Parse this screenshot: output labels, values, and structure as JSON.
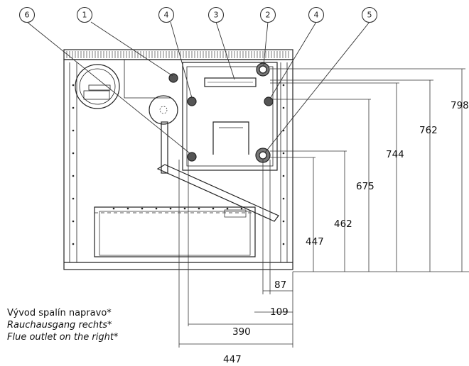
{
  "callouts": [
    "1",
    "2",
    "3",
    "4",
    "4",
    "5",
    "6"
  ],
  "dimensions": {
    "vertical": [
      "798",
      "762",
      "744",
      "675",
      "462",
      "447"
    ],
    "horizontal": [
      "87",
      "109",
      "390",
      "447"
    ]
  },
  "caption": {
    "cz": "Vývod spalín napravo*",
    "de": "Rauchausgang rechts*",
    "en": "Flue outlet on the right*"
  },
  "colors": {
    "line": "#222222",
    "dim": "#333333",
    "fill": "#ffffff"
  }
}
